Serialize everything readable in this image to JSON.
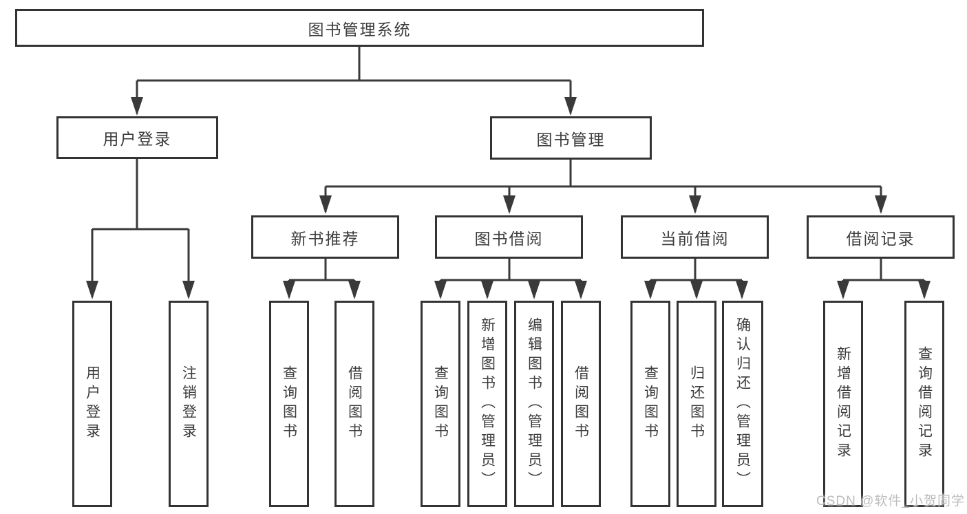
{
  "watermark": {
    "text": "CSDN @软件_小贺同学"
  },
  "colors": {
    "line": "#3a3a3a",
    "box_border": "#333333",
    "text": "#3c3c3c",
    "background": "#ffffff",
    "watermark_text": "#bdbdbd"
  },
  "tree": {
    "root": {
      "label": "图书管理系统",
      "children": [
        {
          "label": "用户登录",
          "children": [
            {
              "label": "用户登录"
            },
            {
              "label": "注销登录"
            }
          ]
        },
        {
          "label": "图书管理",
          "children": [
            {
              "label": "新书推荐",
              "children": [
                {
                  "label": "查询图书"
                },
                {
                  "label": "借阅图书"
                }
              ]
            },
            {
              "label": "图书借阅",
              "children": [
                {
                  "label": "查询图书"
                },
                {
                  "label": "新增图书（管理员）"
                },
                {
                  "label": "编辑图书（管理员）"
                },
                {
                  "label": "借阅图书"
                }
              ]
            },
            {
              "label": "当前借阅",
              "children": [
                {
                  "label": "查询图书"
                },
                {
                  "label": "归还图书"
                },
                {
                  "label": "确认归还（管理员）"
                }
              ]
            },
            {
              "label": "借阅记录",
              "children": [
                {
                  "label": "新增借阅记录"
                },
                {
                  "label": "查询借阅记录"
                }
              ]
            }
          ]
        }
      ]
    }
  }
}
